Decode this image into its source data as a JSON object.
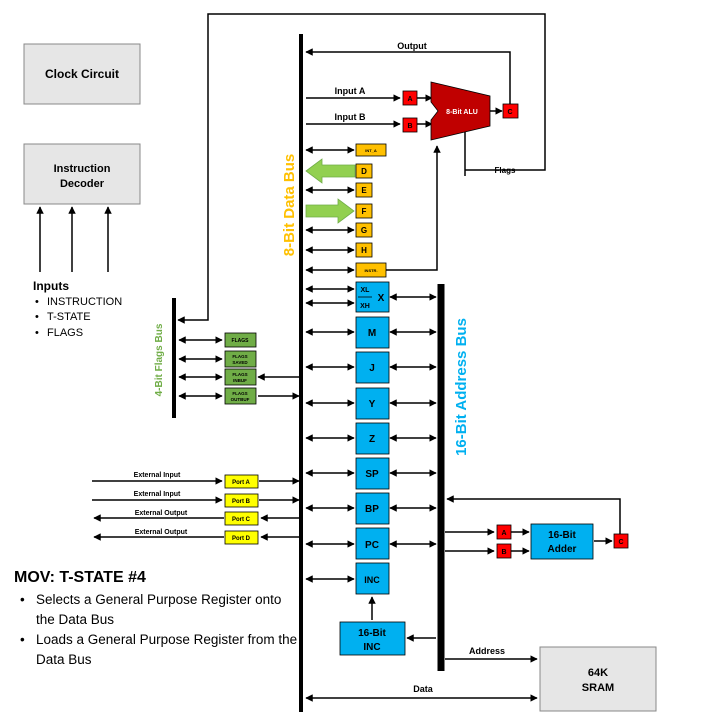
{
  "clock": "Clock Circuit",
  "decoder": {
    "line1": "Instruction",
    "line2": "Decoder"
  },
  "inputs": {
    "title": "Inputs",
    "items": [
      "INSTRUCTION",
      "T-STATE",
      "FLAGS"
    ]
  },
  "flags_bus": "4-Bit Flags Bus",
  "data_bus": "8-Bit Data Bus",
  "address_bus": "16-Bit Address Bus",
  "output_label": "Output",
  "input_a": "Input A",
  "input_b": "Input B",
  "flags_label": "Flags",
  "alu": {
    "label": "8-Bit ALU",
    "a": "A",
    "b": "B",
    "c": "C"
  },
  "gp_registers": [
    "INT_A",
    "D",
    "E",
    "F",
    "G",
    "H",
    "INSTR."
  ],
  "flag_registers": [
    [
      "FLAGS"
    ],
    [
      "FLAGS",
      "SAVED"
    ],
    [
      "FLAGS",
      "INBUF"
    ],
    [
      "FLAGS",
      "OUTBUF"
    ]
  ],
  "x_register": {
    "xl": "XL",
    "xh": "XH",
    "x": "X"
  },
  "addr_registers": [
    "M",
    "J",
    "Y",
    "Z",
    "SP",
    "BP",
    "PC",
    "INC"
  ],
  "adder": {
    "line1": "16-Bit",
    "line2": "Adder",
    "a": "A",
    "b": "B",
    "c": "C"
  },
  "inc16": {
    "line1": "16-Bit",
    "line2": "INC"
  },
  "sram": {
    "line1": "64K",
    "line2": "SRAM"
  },
  "address_label": "Address",
  "data_label": "Data",
  "ports": [
    "Port A",
    "Port B",
    "Port C",
    "Port D"
  ],
  "port_labels": [
    "External Input",
    "External Input",
    "External Output",
    "External Output"
  ],
  "mov": {
    "title": "MOV: T-STATE #4",
    "bullets": [
      "Selects a General Purpose Register onto the Data Bus",
      "Loads a General Purpose Register from the Data Bus"
    ]
  },
  "colors": {
    "orange": "#FFC000",
    "blue": "#00B0F0",
    "green": "#70AD47",
    "red": "#FF0000",
    "dark_red": "#C00000",
    "yellow": "#FFFF00",
    "gray": "#E6E6E6",
    "arrow_green": "#92D050"
  }
}
